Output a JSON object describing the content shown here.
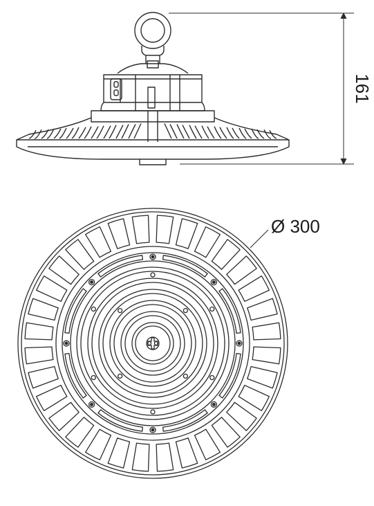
{
  "dimensions": {
    "height_label": "161",
    "diameter_label": "Ø 300"
  },
  "colors": {
    "line": "#2b2b2b",
    "background": "#ffffff"
  },
  "views": {
    "side": "side-elevation-view",
    "bottom": "bottom-plan-view"
  }
}
